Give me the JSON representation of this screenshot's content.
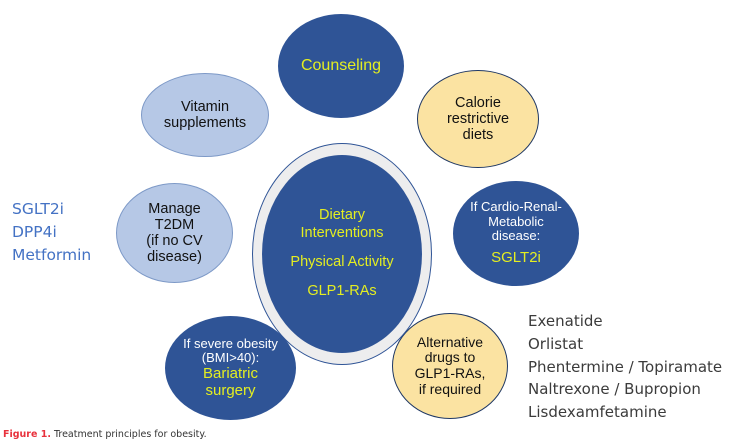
{
  "figure": {
    "caption_number": "Figure 1.",
    "caption_text": " Treatment principles for obesity."
  },
  "colors": {
    "dark_blue": "#2F5496",
    "light_blue": "#B6C8E6",
    "yellow_fill": "#FBE3A2",
    "yellow_text": "#E4EE21",
    "blue_text": "#4472C4",
    "ring_gray": "#EDEDEE",
    "gray_text": "#3B3B3B",
    "caption_red": "#E8313C"
  },
  "center": {
    "lines": [
      "Dietary",
      "Interventions",
      "Physical Activity",
      "GLP1-RAs"
    ],
    "group1_line1": "Dietary",
    "group1_line2": "Interventions",
    "group2_line1": "Physical Activity",
    "group3_line1": "GLP1-RAs"
  },
  "bubbles": {
    "counseling": {
      "line1": "Counseling"
    },
    "vitamin": {
      "line1": "Vitamin",
      "line2": "supplements"
    },
    "calorie": {
      "line1": "Calorie",
      "line2": "restrictive",
      "line3": "diets"
    },
    "t2dm": {
      "line1": "Manage",
      "line2": "T2DM",
      "line3": "(if no CV",
      "line4": "disease)"
    },
    "cardiorenal": {
      "line1": "If Cardio-Renal-",
      "line2": "Metabolic",
      "line3": "disease:",
      "highlight": "SGLT2i"
    },
    "bariatric": {
      "line1": "If severe obesity",
      "line2": "(BMI>40):",
      "highlight1": "Bariatric",
      "highlight2": "surgery"
    },
    "altdrugs": {
      "line1": "Alternative",
      "line2": "drugs to",
      "line3": "GLP1-RAs,",
      "line4": "if required"
    }
  },
  "left_drug_list": {
    "items": [
      "SGLT2i",
      "DPP4i",
      "Metformin"
    ],
    "item0": "SGLT2i",
    "item1": "DPP4i",
    "item2": "Metformin"
  },
  "right_drug_list": {
    "items": [
      "Exenatide",
      "Orlistat",
      "Phentermine / Topiramate",
      "Naltrexone / Bupropion",
      "Lisdexamfetamine"
    ],
    "item0": "Exenatide",
    "item1": "Orlistat",
    "item2": "Phentermine / Topiramate",
    "item3": "Naltrexone / Bupropion",
    "item4": "Lisdexamfetamine"
  }
}
